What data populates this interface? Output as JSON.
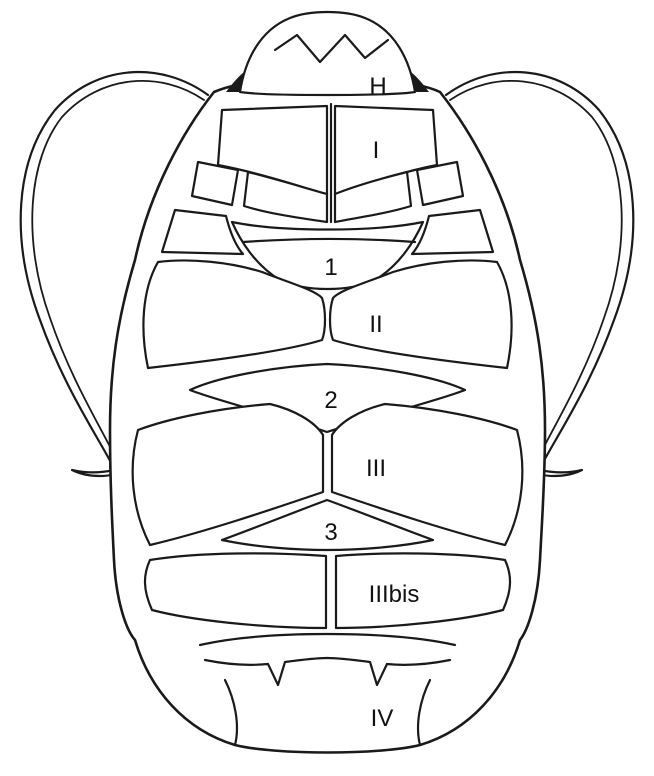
{
  "labels": {
    "head": "H",
    "segment_I": "I",
    "segment_1": "1",
    "segment_II": "II",
    "segment_2": "2",
    "segment_III": "III",
    "segment_3": "3",
    "segment_IIIbis": "IIIbis",
    "segment_IV": "IV"
  }
}
